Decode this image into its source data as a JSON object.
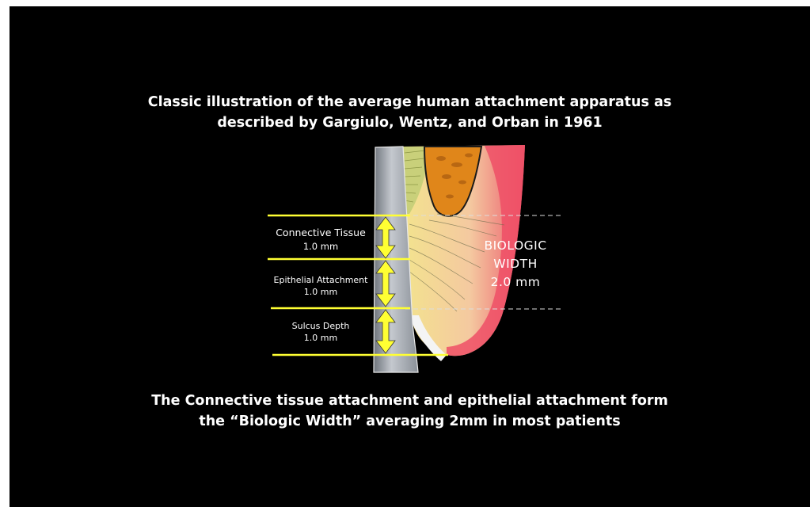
{
  "title": {
    "line1": "Classic illustration of the average human attachment apparatus as",
    "line2": "described by Gargiulo, Wentz, and Orban in 1961"
  },
  "labels": {
    "connective_tissue": "Connective Tissue",
    "connective_tissue_value": "1.0 mm",
    "epithelial_attachment": "Epithelial Attachment",
    "epithelial_attachment_value": "1.0 mm",
    "sulcus_depth": "Sulcus Depth",
    "sulcus_depth_value": "1.0 mm"
  },
  "biologic_width": {
    "line1": "BIOLOGIC",
    "line2": "WIDTH",
    "line3": "2.0 mm"
  },
  "caption": {
    "line1": "The Connective tissue attachment and epithelial attachment form",
    "line2": "the “Biologic Width” averaging 2mm in most patients"
  },
  "colors": {
    "background": "#000000",
    "guide_lines": "#ffff33",
    "arrows": "#ffff33",
    "gingiva": "#f06070",
    "connective_tissue_area": "#f5eb9a",
    "bone": "#e0861a",
    "tooth": "#9aa0a8"
  }
}
